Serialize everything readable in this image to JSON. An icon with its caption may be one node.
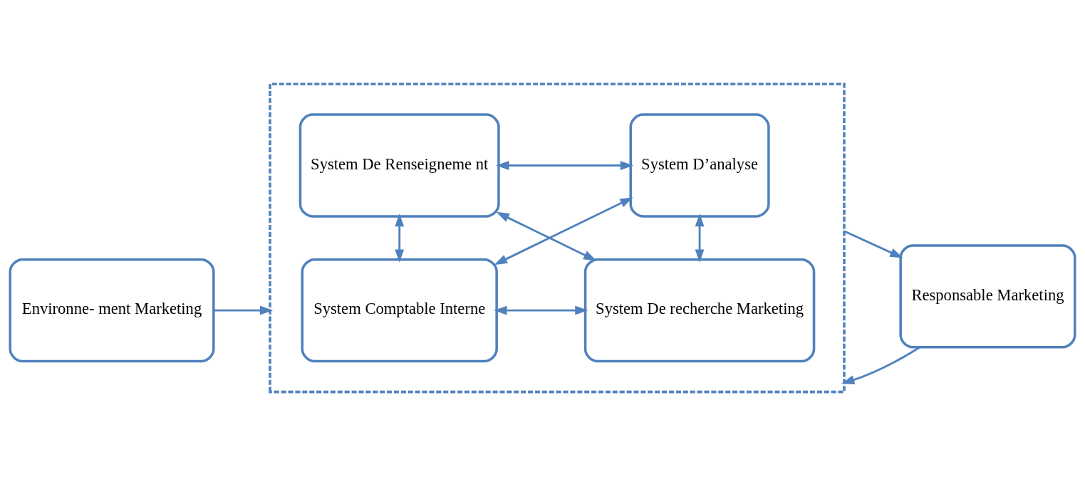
{
  "diagram": {
    "nodes": [
      {
        "text": [
          "Environne- ment Marketing"
        ]
      },
      {
        "text": [],
        "shape": "box"
      },
      {
        "text": [
          "System Comptable Interne"
        ],
        "in": 1
      },
      {
        "text": [
          "System De recherche Marketing"
        ],
        "in": 1
      },
      {
        "text": [
          "System De Renseigneme nt"
        ],
        "in": 1
      },
      {
        "text": [
          "System D’analyse"
        ],
        "in": 1
      },
      {
        "text": [
          "Responsable Marketing"
        ]
      }
    ],
    "edges": [
      {
        "from": 0,
        "to": 1,
        "arrow": "to"
      },
      {
        "from": 2,
        "to": 3,
        "arrow": "both"
      },
      {
        "from": 2,
        "to": 5,
        "arrow": "both"
      },
      {
        "from": 3,
        "to": 4,
        "arrow": "both"
      },
      {
        "from": 2,
        "to": 4,
        "arrow": "both"
      },
      {
        "from": 4,
        "to": 5,
        "arrow": "both"
      },
      {
        "from": 3,
        "to": 5,
        "arrow": "both"
      },
      {
        "from": 1,
        "to": 6,
        "arrow": "to"
      },
      {
        "from": 6,
        "to": 1,
        "arrow": "to"
      }
    ]
  }
}
